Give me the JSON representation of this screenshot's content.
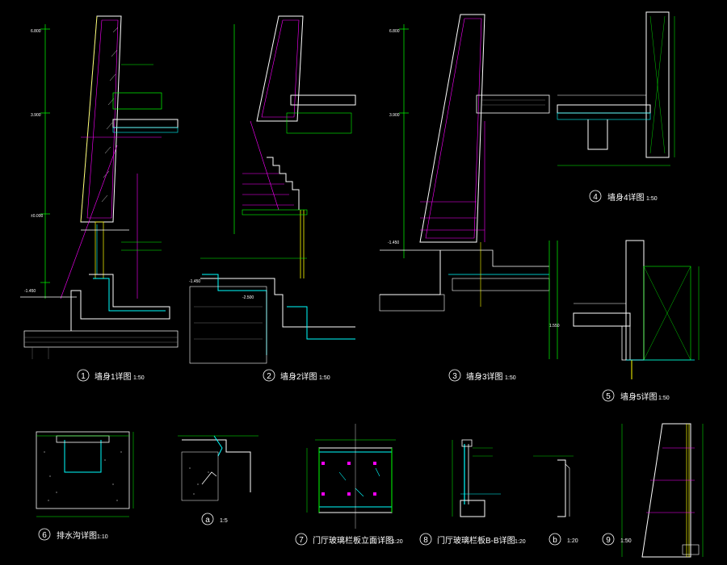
{
  "drawing": {
    "background": "#000000",
    "colors": {
      "wall": "#ffffff",
      "dimension": "#00ff00",
      "green": "#00cc00",
      "magenta": "#ff00ff",
      "cyan": "#00ffff",
      "yellow": "#ffff00",
      "red": "#ff3030"
    }
  },
  "details": [
    {
      "id": "d1",
      "number": "1",
      "title": "墙身1详图",
      "scale": "1:50"
    },
    {
      "id": "d2",
      "number": "2",
      "title": "墙身2详图",
      "scale": "1:50"
    },
    {
      "id": "d3",
      "number": "3",
      "title": "墙身3详图",
      "scale": "1:50"
    },
    {
      "id": "d4",
      "number": "4",
      "title": "墙身4详图",
      "scale": "1:50"
    },
    {
      "id": "d5",
      "number": "5",
      "title": "墙身5详图",
      "scale": "1:50"
    },
    {
      "id": "d6",
      "number": "6",
      "title": "排水沟详图",
      "scale": "1:10"
    },
    {
      "id": "da",
      "number": "a",
      "title": "",
      "scale": "1:5"
    },
    {
      "id": "d7",
      "number": "7",
      "title": "门厅玻璃栏板立面详图",
      "scale": "1:20"
    },
    {
      "id": "d8",
      "number": "8",
      "title": "门厅玻璃栏板B-B详图",
      "scale": "1:20"
    },
    {
      "id": "db",
      "number": "b",
      "title": "",
      "scale": "1:20"
    },
    {
      "id": "d9",
      "number": "9",
      "title": "",
      "scale": "1:50"
    }
  ],
  "elevations": {
    "e1": [
      "6.800",
      "3.900",
      "±0.000",
      "-1.450"
    ],
    "e2": [
      "-1.450",
      "-2.500"
    ],
    "e3": [
      "6.800",
      "3.900",
      "-1.450"
    ],
    "e5": [
      "1.550"
    ]
  }
}
